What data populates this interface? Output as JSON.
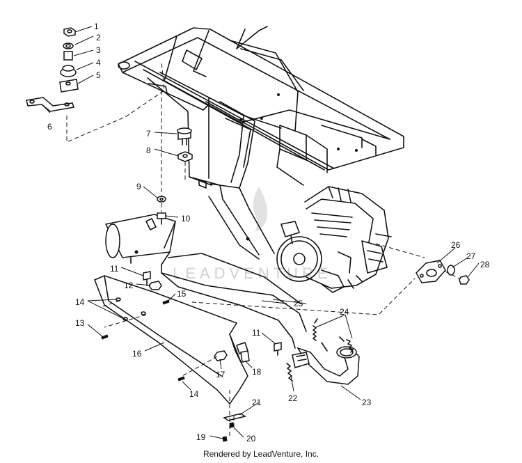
{
  "callouts": [
    "1",
    "2",
    "3",
    "4",
    "5",
    "6",
    "7",
    "8",
    "9",
    "10",
    "11",
    "12",
    "13",
    "14",
    "15",
    "16",
    "17",
    "18",
    "19",
    "20",
    "21",
    "22",
    "23",
    "24",
    "25",
    "26",
    "27",
    "28"
  ],
  "callout_extra": {
    "11b": "11",
    "14b": "14"
  },
  "watermark": "LEADVENTURE",
  "credit": "Rendered by LeadVenture, Inc."
}
